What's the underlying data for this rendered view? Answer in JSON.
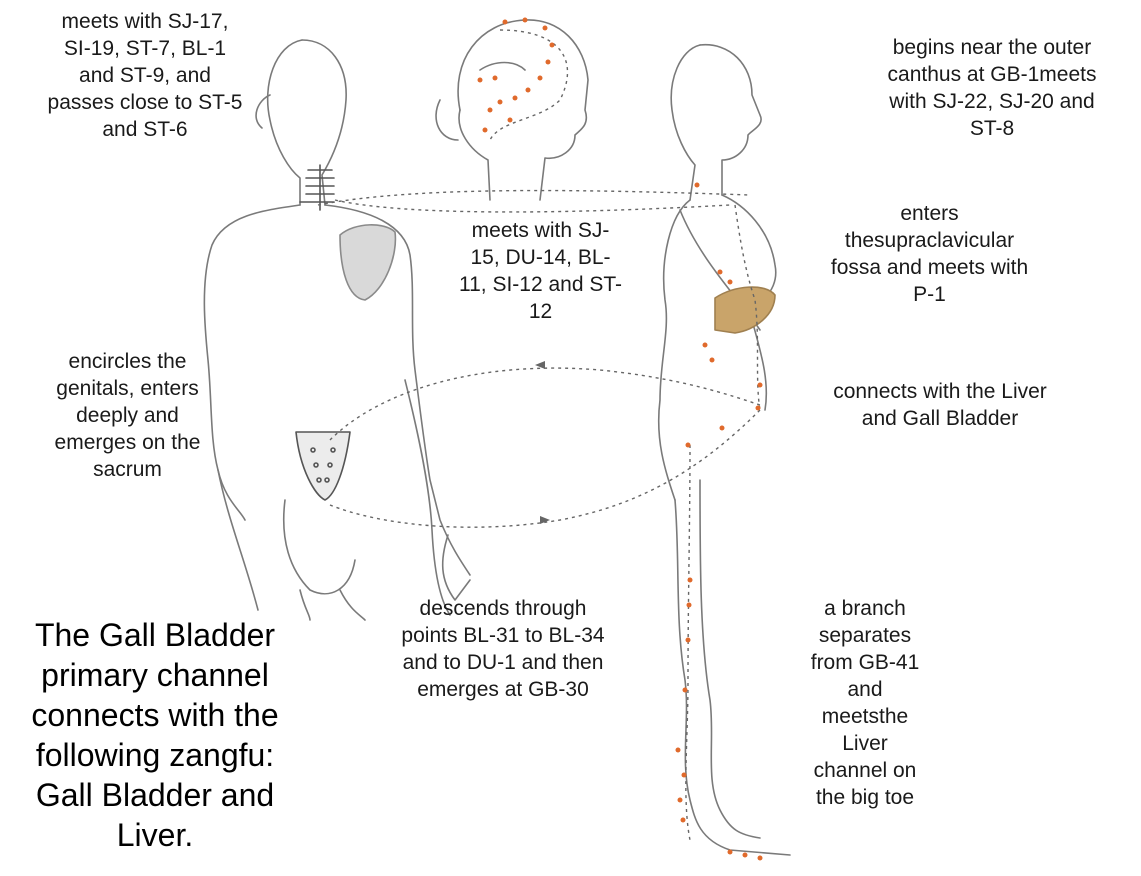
{
  "labels": {
    "neck": "meets with SJ-17,\nSI-19, ST-7, BL-1\nand ST-9, and\npasses close to ST-5\nand ST-6",
    "canthus": "begins near the outer\ncanthus at GB-1meets\nwith SJ-22, SJ-20 and\nST-8",
    "shoulder": "meets with SJ-\n15, DU-14, BL-\n11, SI-12 and ST-\n12",
    "supraclavicular": "enters\nthesupraclavicular\nfossa and meets with\nP-1",
    "genitals": "encircles the\ngenitals, enters\ndeeply and\nemerges on the\nsacrum",
    "liver": "connects with the Liver\nand Gall Bladder",
    "descends": "descends through\npoints BL-31 to BL-34\nand to DU-1 and then\nemerges at GB-30",
    "branch": "a branch\nseparates\nfrom GB-41\nand\nmeetsthe\nLiver\nchannel on\nthe big toe"
  },
  "summary": "The Gall Bladder\nprimary channel\nconnects with the\nfollowing zangfu:\nGall Bladder and\nLiver.",
  "colors": {
    "point": "#e06a2c",
    "outline": "#777777",
    "dotted_path": "#666666",
    "liver_organ": "#c9a46a",
    "scapula": "#d9d9d9"
  }
}
